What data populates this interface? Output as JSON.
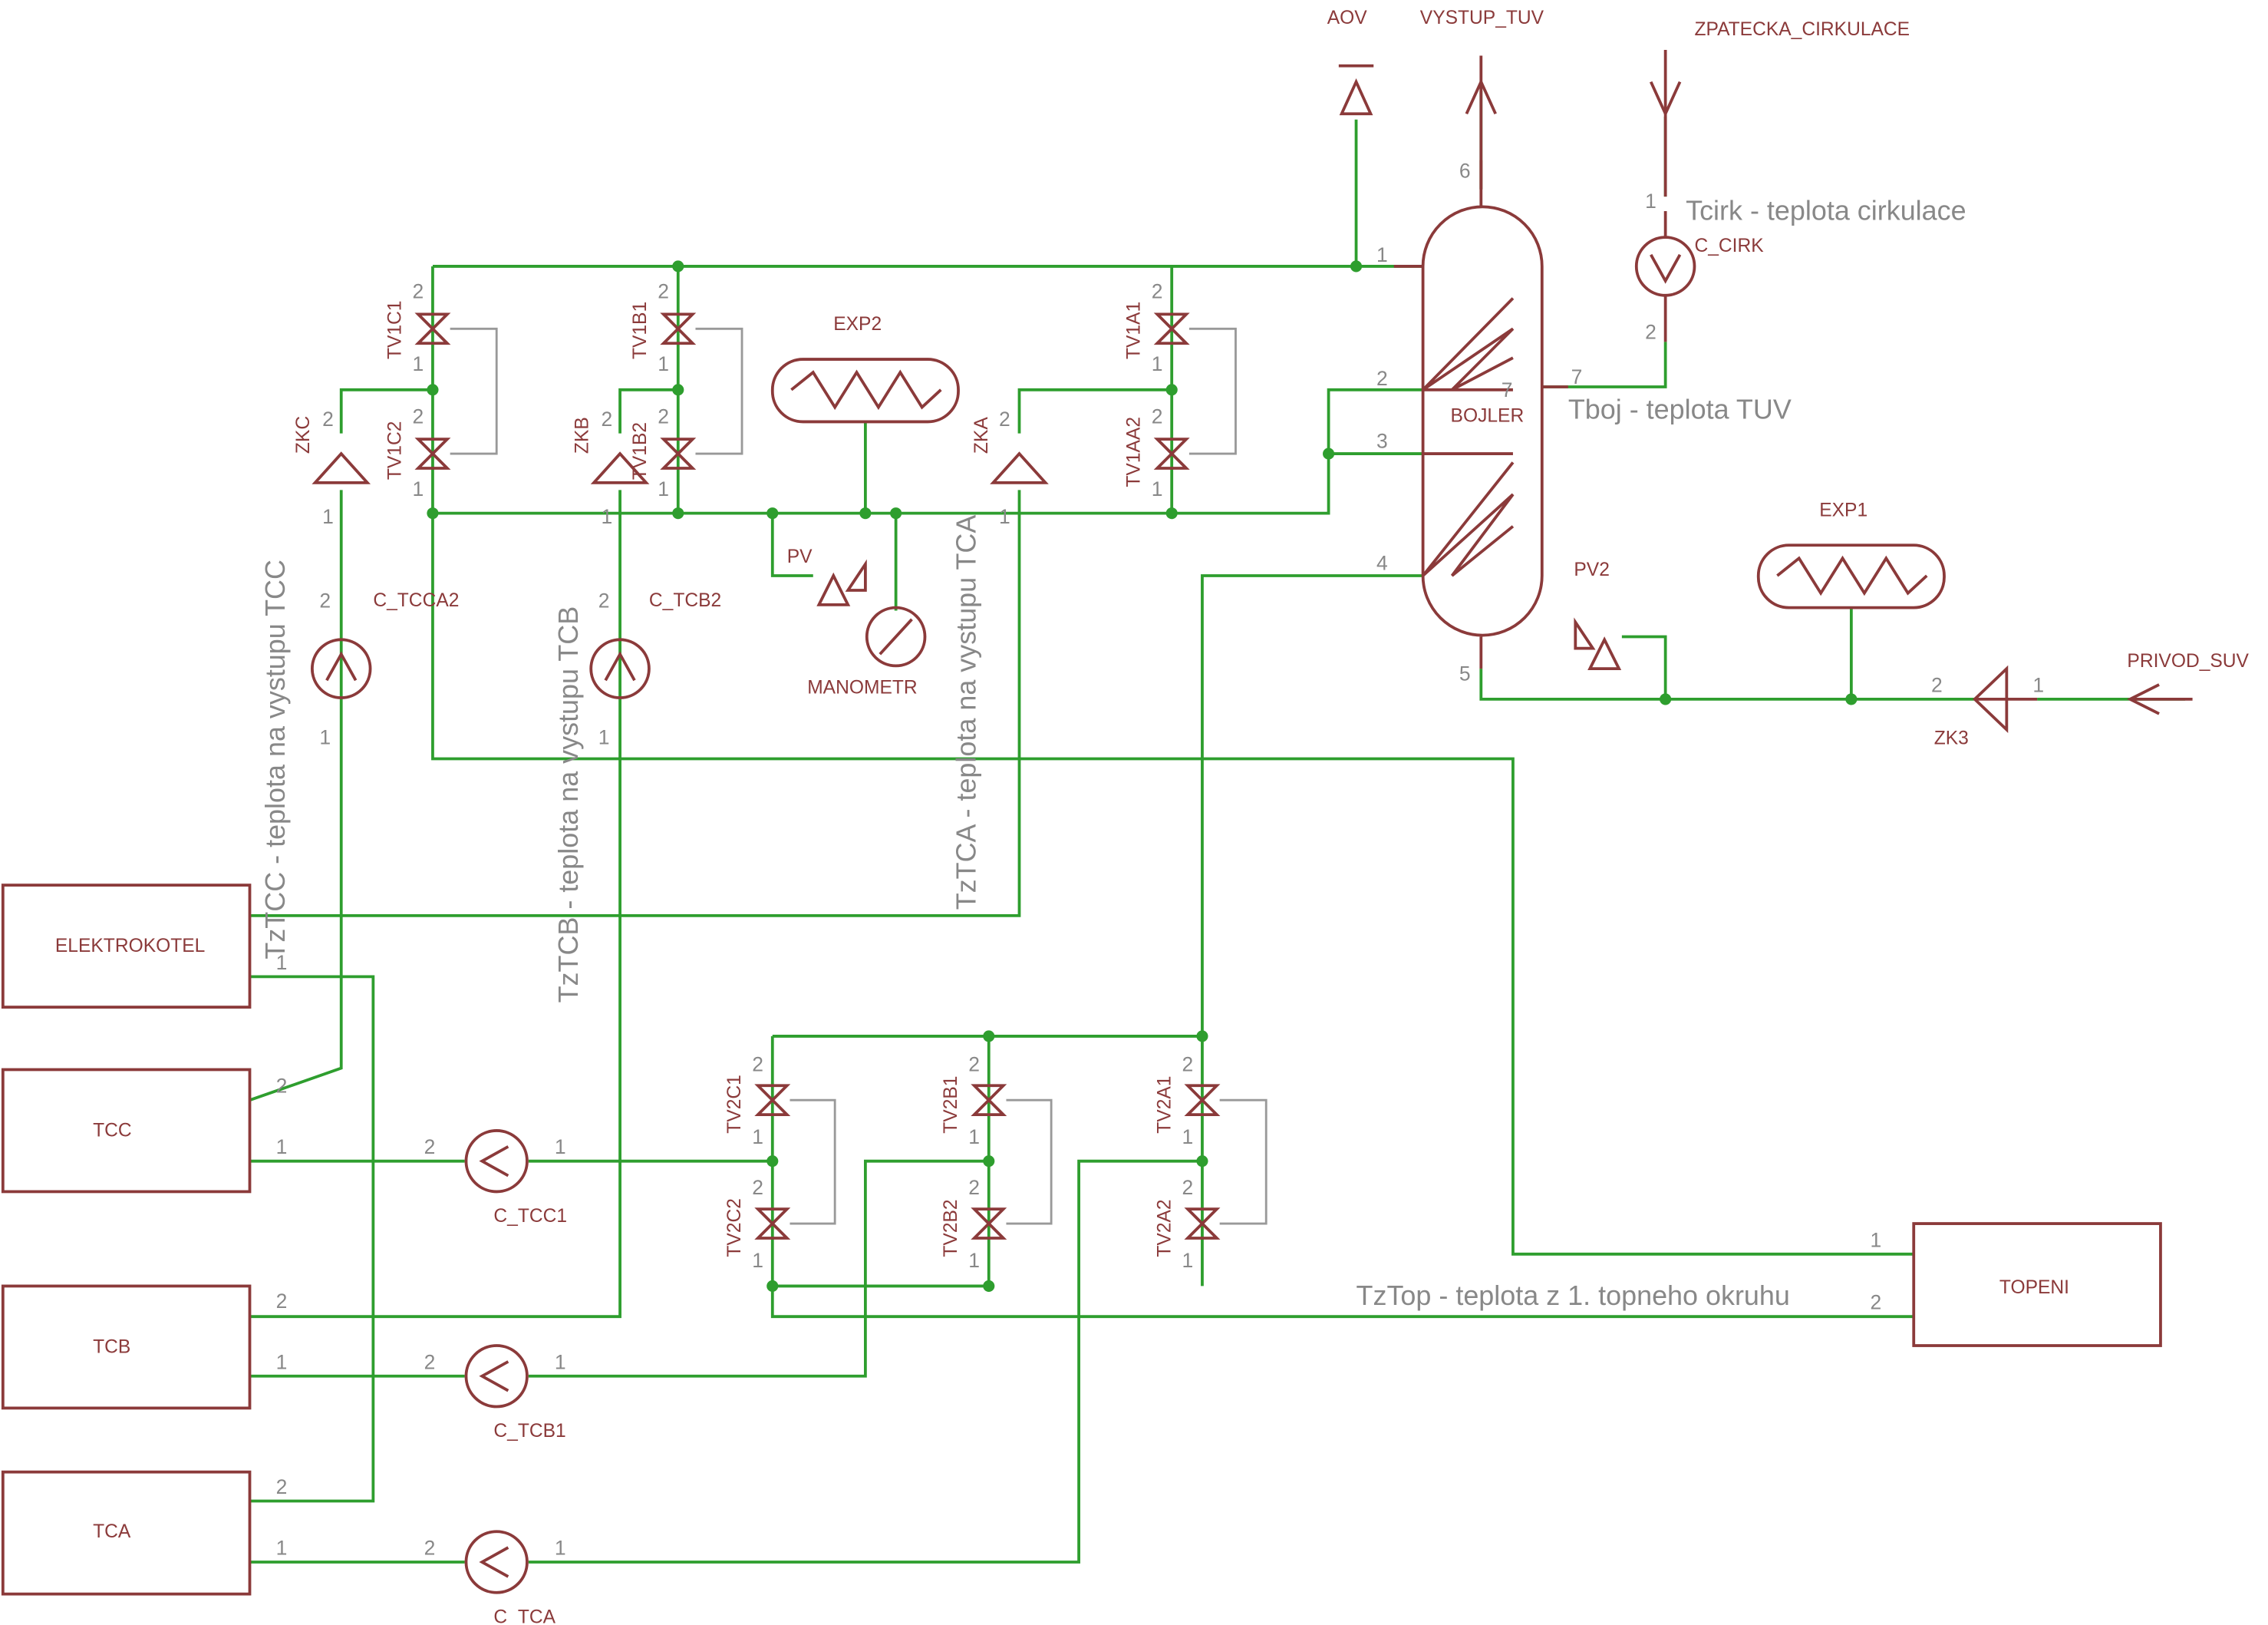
{
  "colors": {
    "wire": "#2e9e2e",
    "component": "#8b3a3a",
    "gray_line": "#999999",
    "gray_text": "#888888",
    "junction": "#2e9e2e"
  },
  "labels": {
    "aov": "AOV",
    "vystup_tuv": "VYSTUP_TUV",
    "zpatecka": "ZPATECKA_CIRKULACE",
    "tcirk": "Tcirk - teplota cirkulace",
    "c_cirk": "C_CIRK",
    "bojler": "BOJLER",
    "tboj": "Tboj - teplota TUV",
    "exp1": "EXP1",
    "exp2": "EXP2",
    "pv": "PV",
    "pv2": "PV2",
    "manometr": "MANOMETR",
    "privod": "PRIVOD_SUV",
    "zk3": "ZK3",
    "zkc": "ZKC",
    "zkb": "ZKB",
    "zka": "ZKA",
    "tv1c1": "TV1C1",
    "tv1c2": "TV1C2",
    "tv1b1": "TV1B1",
    "tv1b2": "TV1B2",
    "tv1a1": "TV1A1",
    "tv1aa2": "TV1AA2",
    "c_tcca2": "C_TCCA2",
    "c_tcb2": "C_TCB2",
    "tztcc": "TzTCC - teplota na vystupu TCC",
    "tztcb": "TzTCB - teplota na vystupu TCB",
    "tztca": "TzTCA - teplota na vystupu TCA",
    "elektrokotel": "ELEKTROKOTEL",
    "tcc": "TCC",
    "tcb": "TCB",
    "tca": "TCA",
    "topeni": "TOPENI",
    "c_tcc1": "C_TCC1",
    "c_tcb1": "C_TCB1",
    "c_tca": "C_TCA",
    "tv2c1": "TV2C1",
    "tv2c2": "TV2C2",
    "tv2b1": "TV2B1",
    "tv2b2": "TV2B2",
    "tv2a1": "TV2A1",
    "tv2a2": "TV2A2",
    "tztop": "TzTop - teplota z 1. topneho okruhu"
  },
  "pins": {
    "p1": "1",
    "p2": "2",
    "p3": "3",
    "p4": "4",
    "p5": "5",
    "p6": "6",
    "p7": "7"
  }
}
